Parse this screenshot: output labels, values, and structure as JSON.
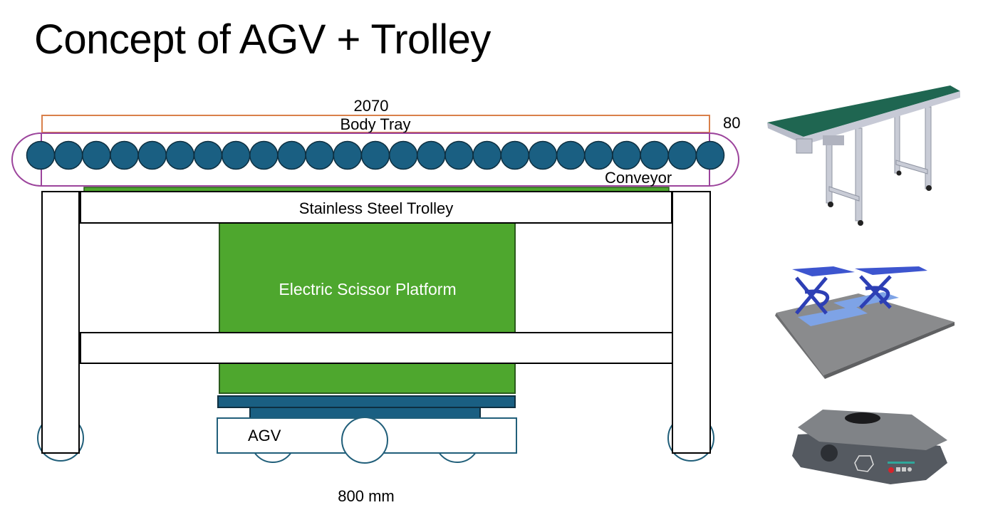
{
  "slide": {
    "title": "Concept of AGV + Trolley"
  },
  "diagram": {
    "dimension_top": "2070",
    "dimension_side": "80",
    "dimension_bottom": "800 mm",
    "body_tray_label": "Body Tray",
    "conveyor_label": "Conveyor",
    "trolley_label": "Stainless Steel Trolley",
    "scissor_label": "Electric Scissor Platform",
    "agv_label": "AGV",
    "roller_count": 25,
    "colors": {
      "body_tray_outline": "#d9804a",
      "conveyor_outline": "#9c449c",
      "roller_fill": "#1a5f82",
      "roller_stroke": "#0e2f40",
      "scissor_fill": "#4ea72e",
      "scissor_stroke": "#2a5a1c",
      "agv_base_fill": "#1a5f82",
      "agv_outline": "#215f7a",
      "trolley_outline": "#000000"
    }
  },
  "reference_images": [
    {
      "name": "belt-conveyor-photo",
      "caption": "Belt conveyor"
    },
    {
      "name": "scissor-lift-photo",
      "caption": "Electric scissor platform"
    },
    {
      "name": "agv-robot-photo",
      "caption": "AGV"
    }
  ]
}
